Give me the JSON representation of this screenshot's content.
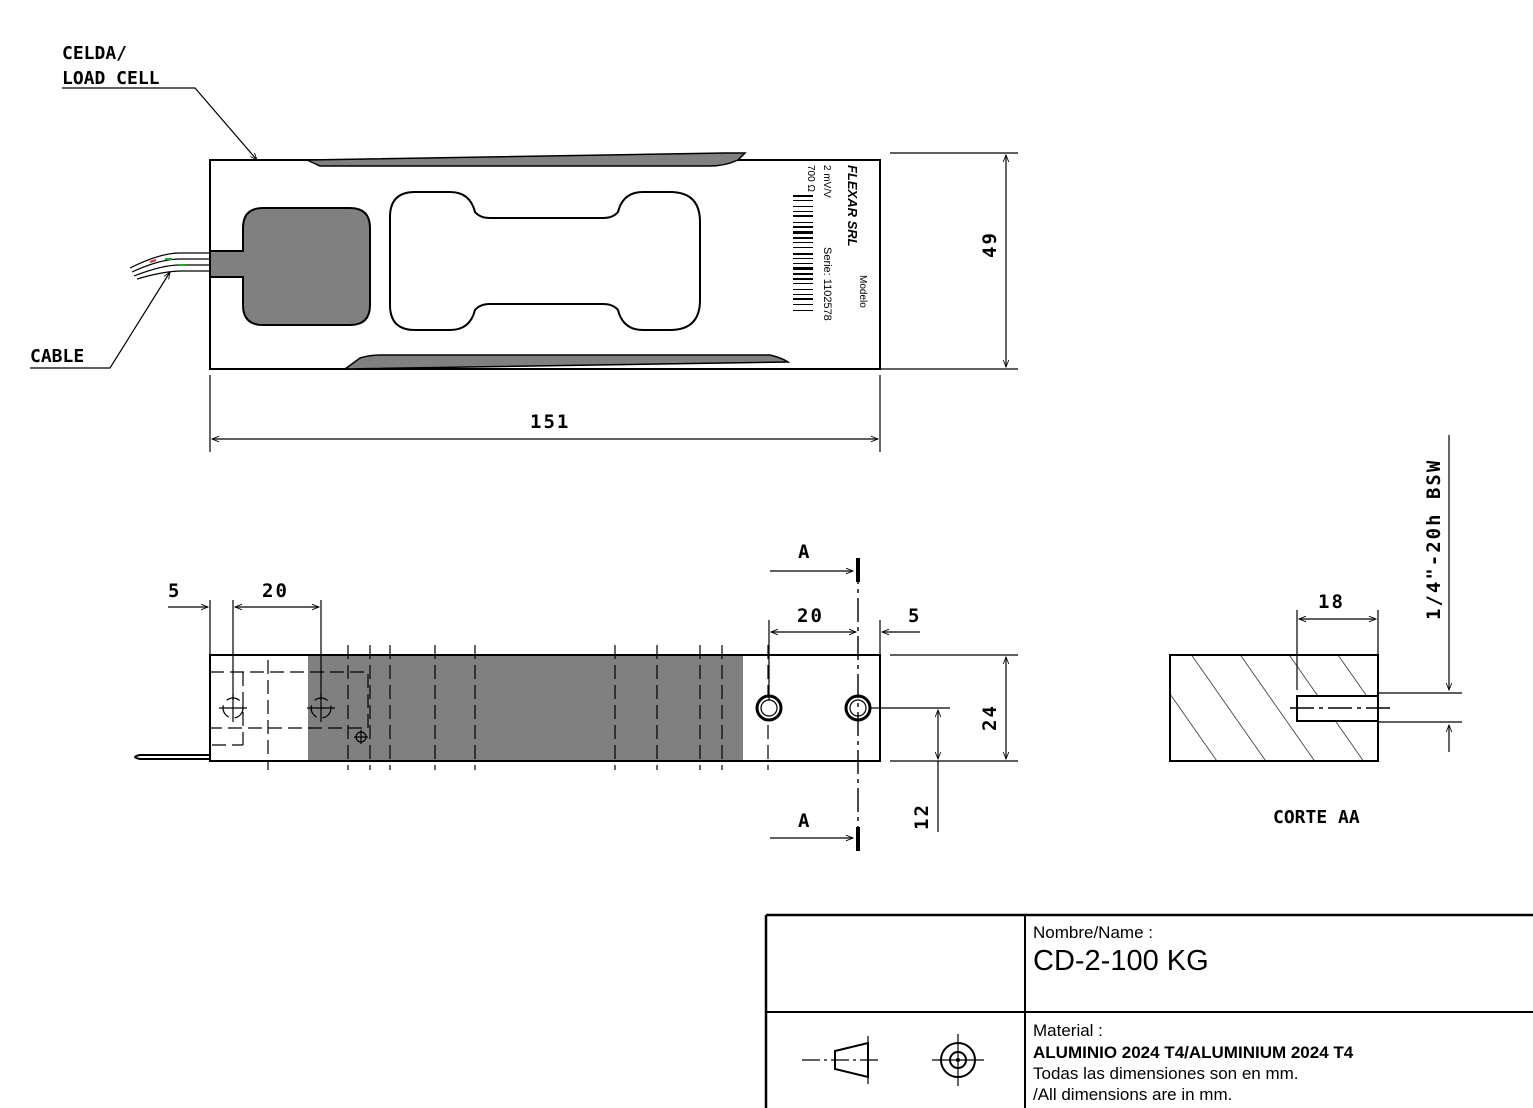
{
  "labels": {
    "celda_line1": "CELDA/",
    "celda_line2": "LOAD CELL",
    "cable": "CABLE",
    "section_a": "A",
    "corte": "CORTE  AA"
  },
  "dimensions": {
    "length": "151",
    "height_top": "49",
    "left_5": "5",
    "left_20": "20",
    "right_20": "20",
    "right_5": "5",
    "side_24": "24",
    "side_12": "12",
    "section_18": "18",
    "thread": "1/4\"-20h BSW"
  },
  "sticker": {
    "brand": "FLEXAR SRL",
    "modelo": "Modelo",
    "sensitivity": "2 mV/V",
    "serie": "Serie: 1102578",
    "impedance": "700 Ω"
  },
  "title_block": {
    "name_label": "Nombre/Name :",
    "name_value": "CD-2-100 KG",
    "material_label": "Material :",
    "material_value": "ALUMINIO 2024 T4/ALUMINIUM 2024 T4",
    "note_es": "Todas las dimensiones son en mm.",
    "note_en": "/All dimensions are in mm."
  },
  "colors": {
    "fill_gray": "#808080",
    "line": "#000000"
  }
}
